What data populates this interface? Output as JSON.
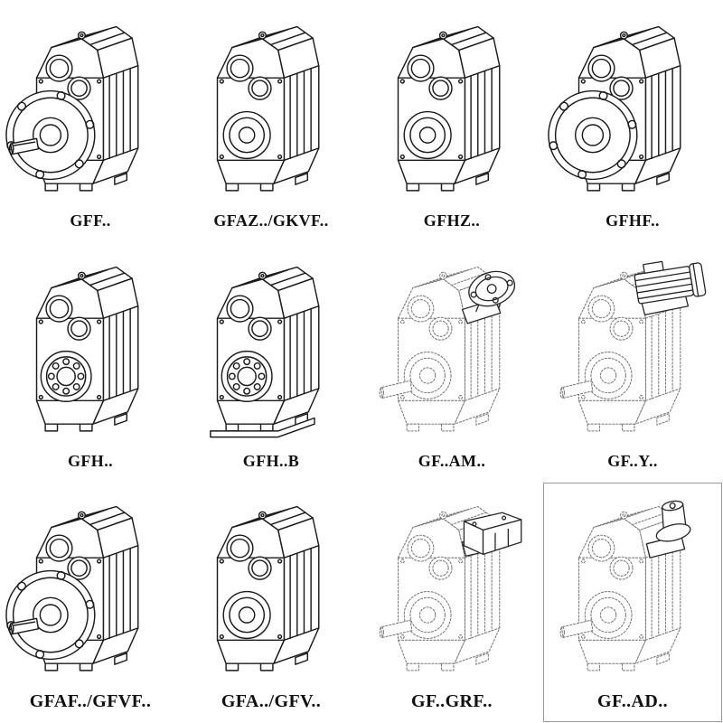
{
  "page": {
    "background_color": "#ffffff",
    "line_color": "#1b1b1b",
    "dashed_line_color": "#787878",
    "label_color": "#101010"
  },
  "items": [
    {
      "label": "GFF..",
      "drawing": "flange-mounted-gearbox-with-output-shaft",
      "line_style": "solid"
    },
    {
      "label": "GFAZ../GKVF..",
      "drawing": "shaft-mounted-gearbox-hollow-bore",
      "line_style": "solid"
    },
    {
      "label": "GFHZ..",
      "drawing": "shaft-mounted-gearbox-hollow-bore",
      "line_style": "solid"
    },
    {
      "label": "GFHF..",
      "drawing": "flange-mounted-gearbox-hollow-bore",
      "line_style": "solid"
    },
    {
      "label": "GFH..",
      "drawing": "foot-mounted-gearbox-bearing-visible",
      "line_style": "solid"
    },
    {
      "label": "GFH..B",
      "drawing": "foot-mounted-gearbox-with-base-plate",
      "line_style": "solid"
    },
    {
      "label": "GF..AM..",
      "drawing": "gearbox-with-iec-input-flange",
      "line_style": "dashed"
    },
    {
      "label": "GF..Y..",
      "drawing": "gearbox-with-mounted-motor",
      "line_style": "dashed"
    },
    {
      "label": "GFAF../GFVF..",
      "drawing": "flange-mounted-gearbox-with-output-shaft",
      "line_style": "solid"
    },
    {
      "label": "GFA../GFV..",
      "drawing": "shaft-mounted-gearbox-hollow-bore",
      "line_style": "solid"
    },
    {
      "label": "GF..GRF..",
      "drawing": "gearbox-with-input-cover-box",
      "line_style": "dashed"
    },
    {
      "label": "GF..AD..",
      "drawing": "gearbox-with-input-shaft-adapter",
      "line_style": "dashed"
    }
  ]
}
